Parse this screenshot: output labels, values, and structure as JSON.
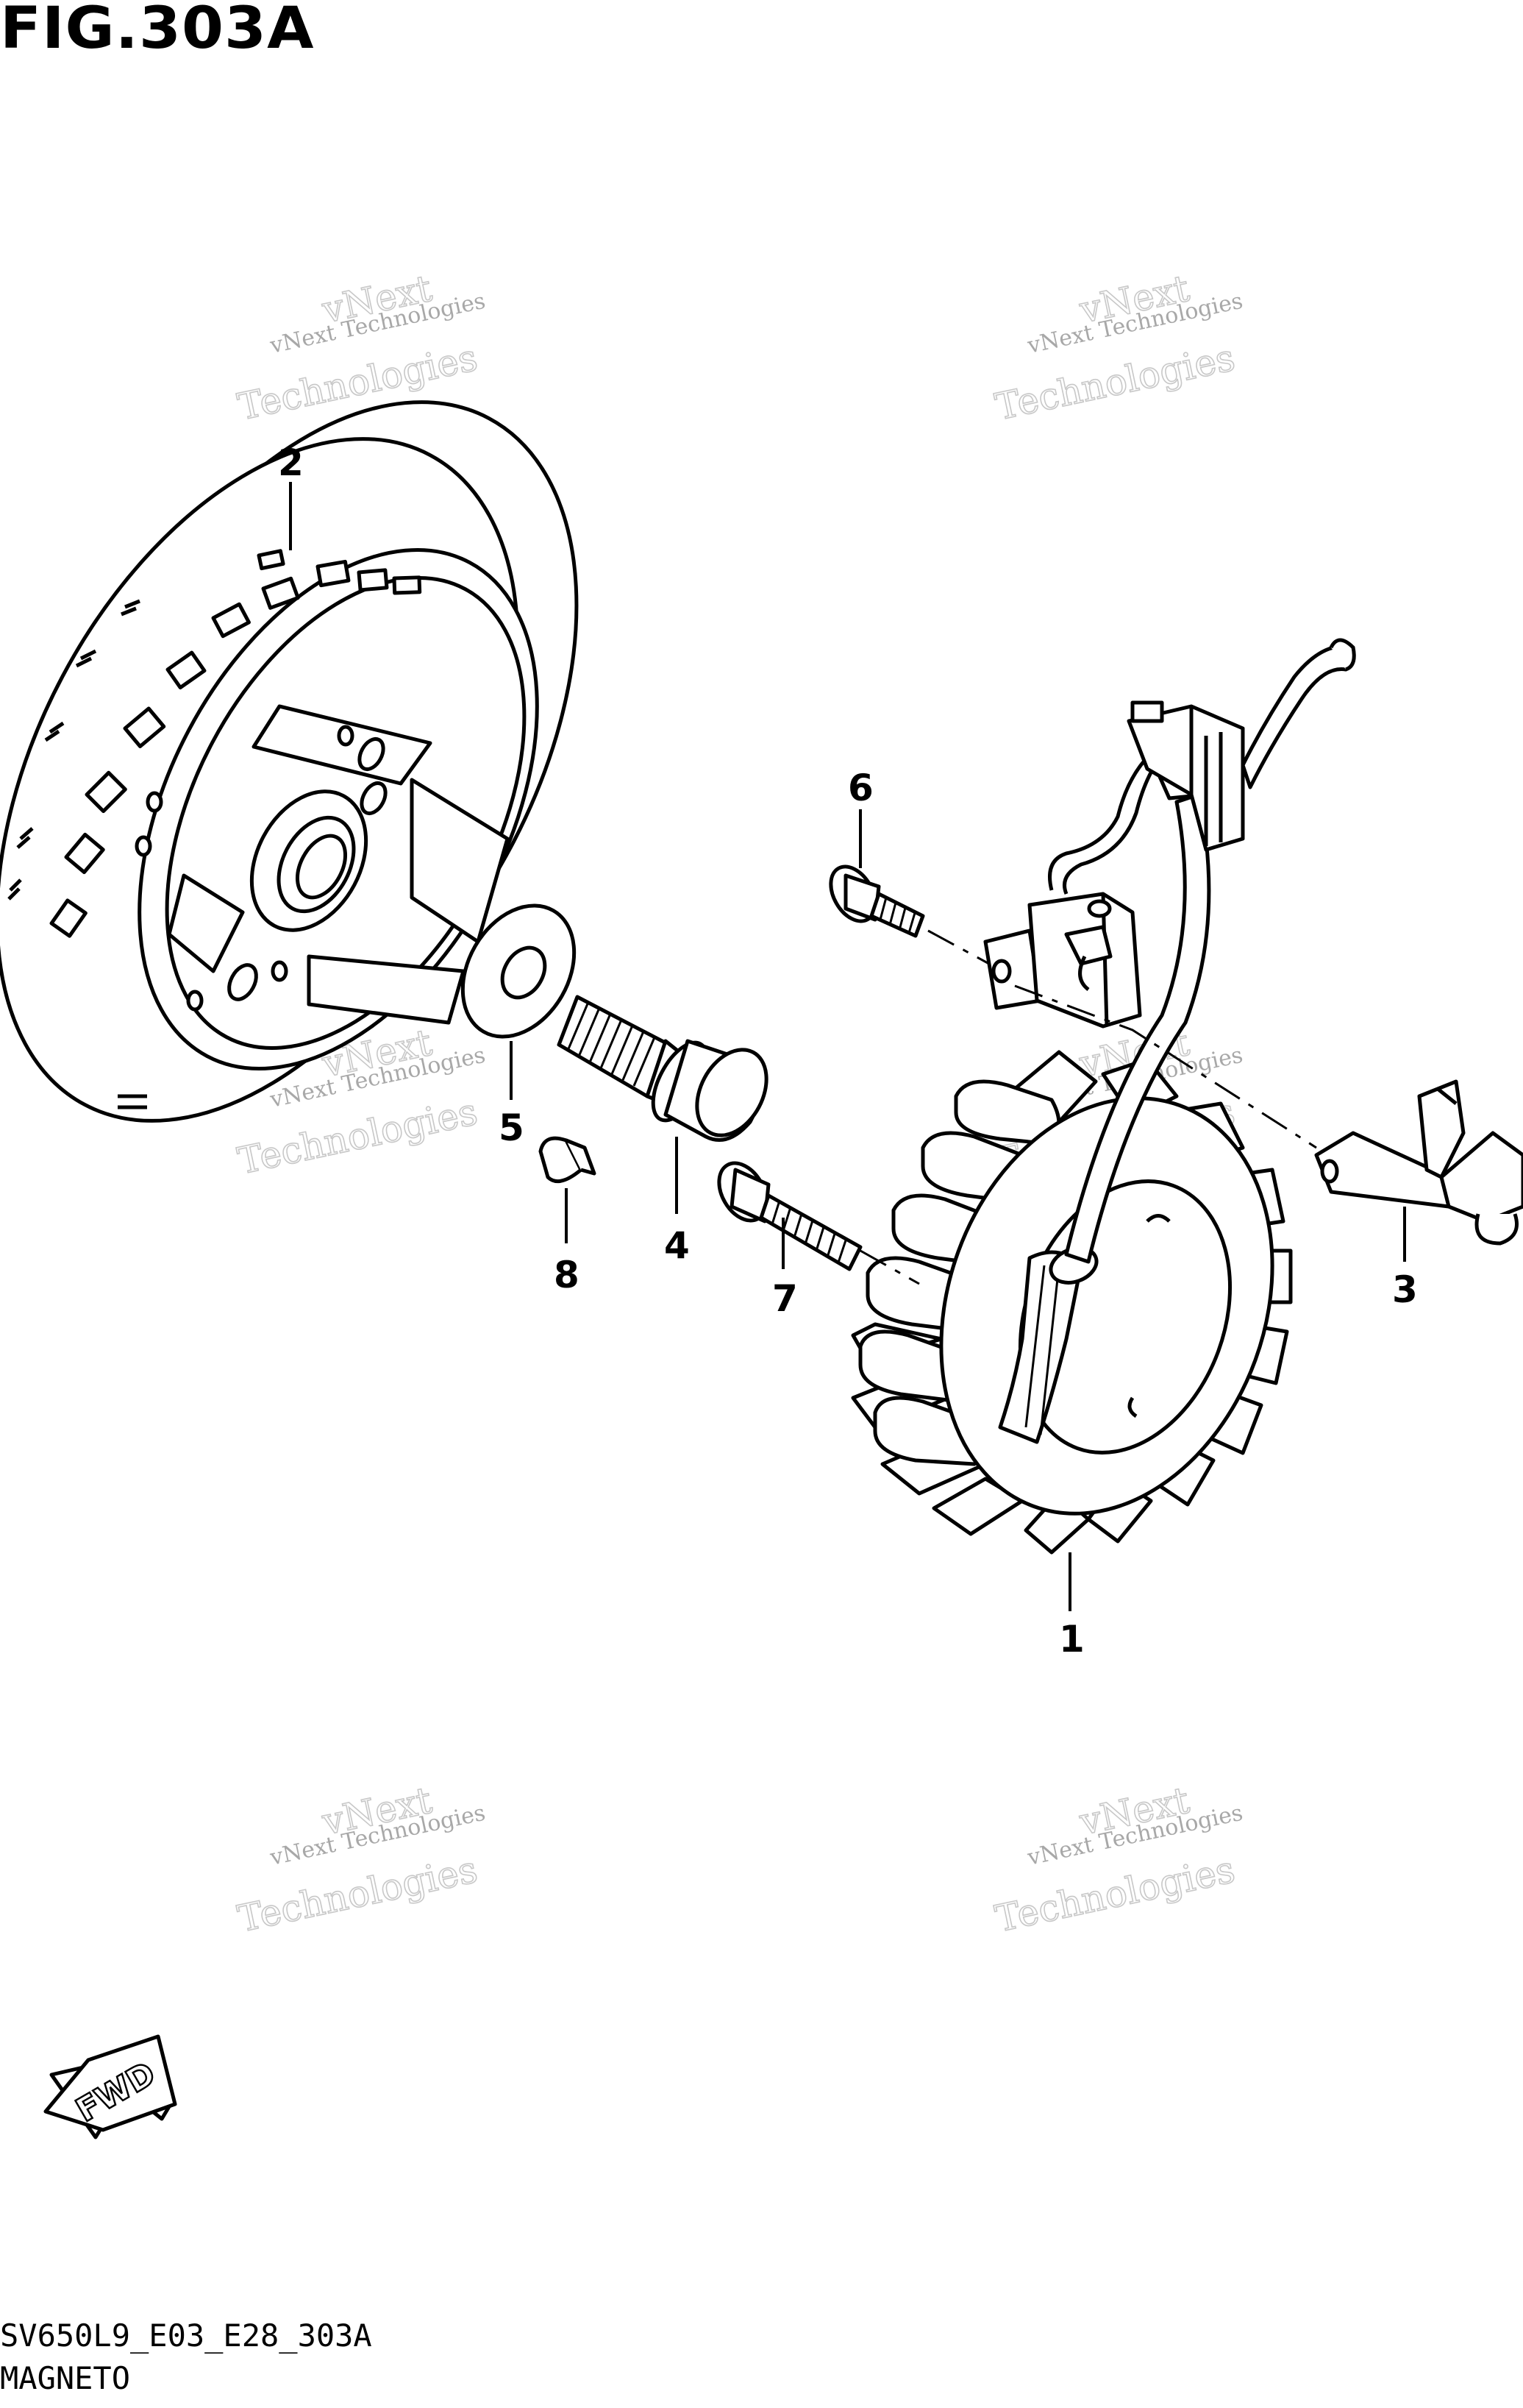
{
  "title": "FIG.303A",
  "callouts": [
    {
      "id": "1",
      "label": "1"
    },
    {
      "id": "2",
      "label": "2"
    },
    {
      "id": "3",
      "label": "3"
    },
    {
      "id": "4",
      "label": "4"
    },
    {
      "id": "5",
      "label": "5"
    },
    {
      "id": "6",
      "label": "6"
    },
    {
      "id": "7",
      "label": "7"
    },
    {
      "id": "8",
      "label": "8"
    }
  ],
  "watermark": {
    "line1": "vNext Technologies",
    "line2": "vNext",
    "line3": "Technologies"
  },
  "fwd_label": "FWD",
  "footer": {
    "code": "SV650L9_E03_E28_303A",
    "name": "MAGNETO"
  }
}
